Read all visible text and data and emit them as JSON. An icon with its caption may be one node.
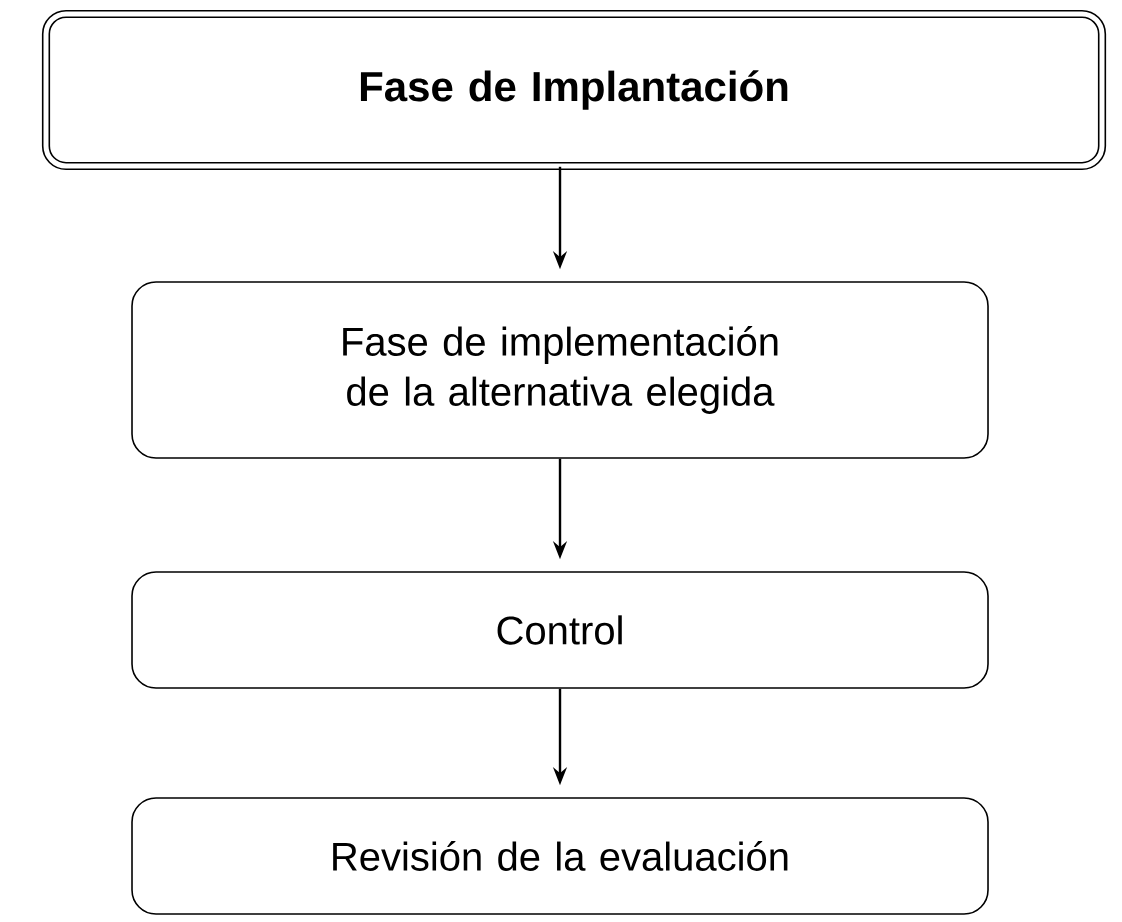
{
  "diagram": {
    "nodes": [
      {
        "text": [
          "Fase de Implantación"
        ]
      },
      {
        "text": [
          "Fase de implementación de la alternativa elegida"
        ]
      },
      {
        "text": [
          "Control"
        ]
      },
      {
        "text": [
          "Revisión de la evaluación"
        ]
      }
    ],
    "edges": [
      {
        "from": 0,
        "to": 1,
        "arrow": "to"
      },
      {
        "from": 1,
        "to": 2,
        "arrow": "to"
      },
      {
        "from": 2,
        "to": 3,
        "arrow": "to"
      }
    ]
  }
}
